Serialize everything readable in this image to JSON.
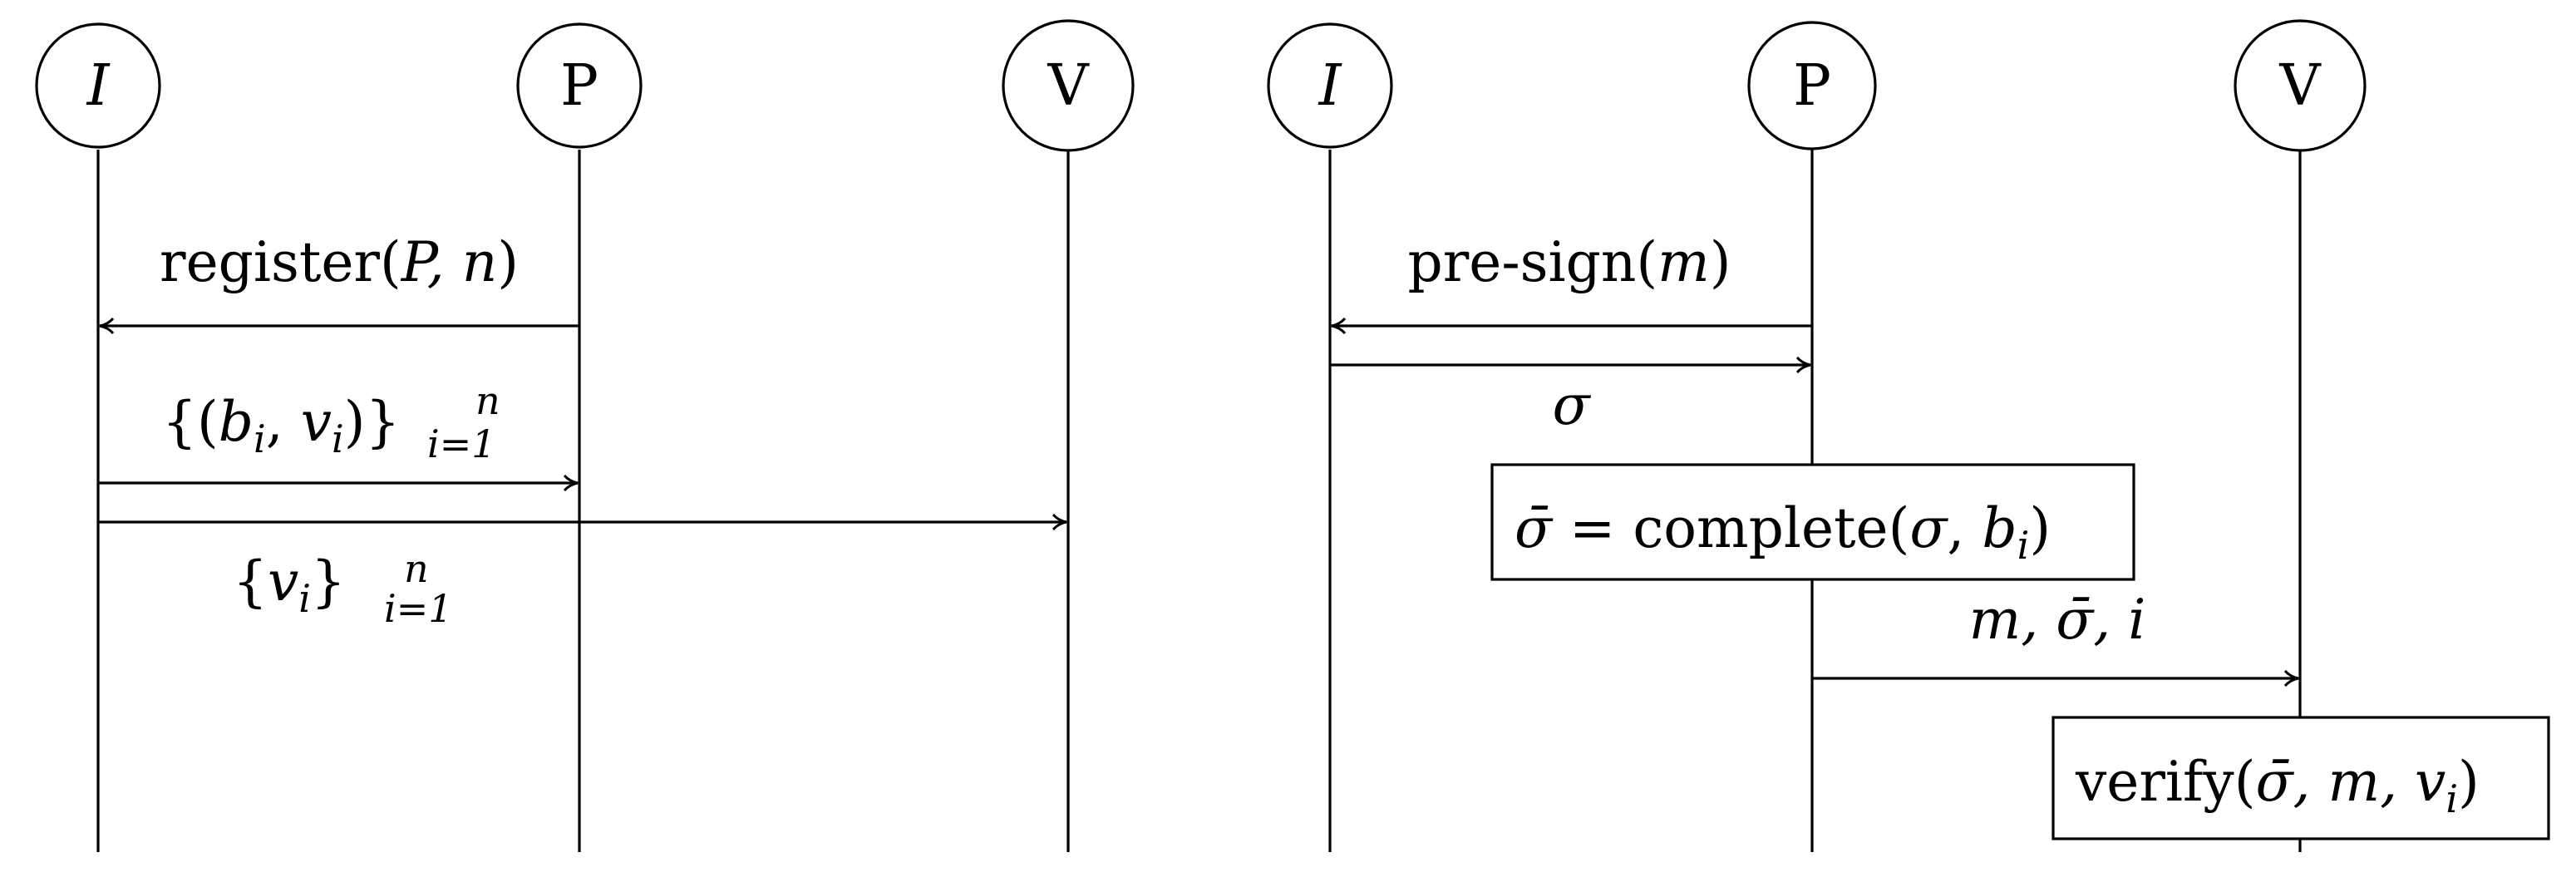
{
  "left_diagram": {
    "actors": [
      {
        "id": "I",
        "label": "I"
      },
      {
        "id": "P",
        "label": "P"
      },
      {
        "id": "V",
        "label": "V"
      }
    ],
    "messages": [
      {
        "from": "P",
        "to": "I",
        "label_text": "register(",
        "label_args": "P, n",
        "label_close": ")"
      },
      {
        "from": "I",
        "to": "P",
        "label_open": "{(",
        "label_b": "b",
        "label_i1": "i",
        "label_comma": ", ",
        "label_v": "v",
        "label_i2": "i",
        "label_close": ")}",
        "label_sub": "i=1",
        "label_sup": "n"
      },
      {
        "from": "I",
        "to": "V",
        "label_open": "{",
        "label_v": "v",
        "label_i": "i",
        "label_close": "}",
        "label_sub": "i=1",
        "label_sup": "n"
      }
    ]
  },
  "right_diagram": {
    "actors": [
      {
        "id": "I",
        "label": "I"
      },
      {
        "id": "P",
        "label": "P"
      },
      {
        "id": "V",
        "label": "V"
      }
    ],
    "messages": [
      {
        "from": "P",
        "to": "I",
        "label_text": "pre-sign(",
        "label_arg": "m",
        "label_close": ")"
      },
      {
        "from": "I",
        "to": "P",
        "label": "σ"
      },
      {
        "from": "P",
        "to": "V",
        "label": "m, σ̄, i"
      }
    ],
    "complete_box": {
      "lhs": "σ̄",
      "eq": " = complete(",
      "arg1": "σ",
      "comma": ", ",
      "arg2": "b",
      "sub": "i",
      "close": ")"
    },
    "verify_box": {
      "text": "verify(",
      "args": "σ̄, m, v",
      "sub": "i",
      "close": ")"
    }
  }
}
